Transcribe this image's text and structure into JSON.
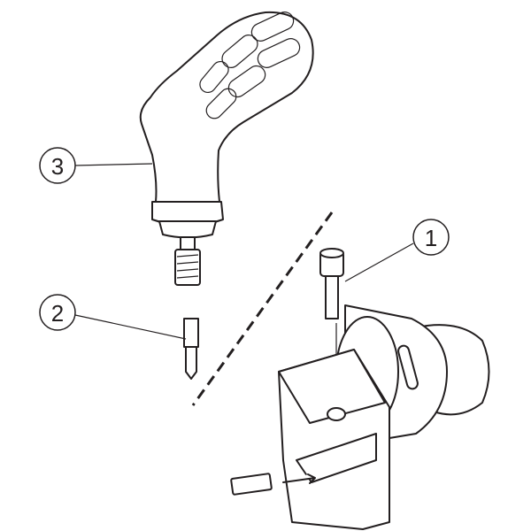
{
  "diagram": {
    "callouts": [
      {
        "id": "1",
        "label": "1",
        "part": "screw"
      },
      {
        "id": "2",
        "label": "2",
        "part": "bit"
      },
      {
        "id": "3",
        "label": "3",
        "part": "handle"
      }
    ],
    "colors": {
      "stroke": "#231f20",
      "background": "#ffffff"
    }
  }
}
